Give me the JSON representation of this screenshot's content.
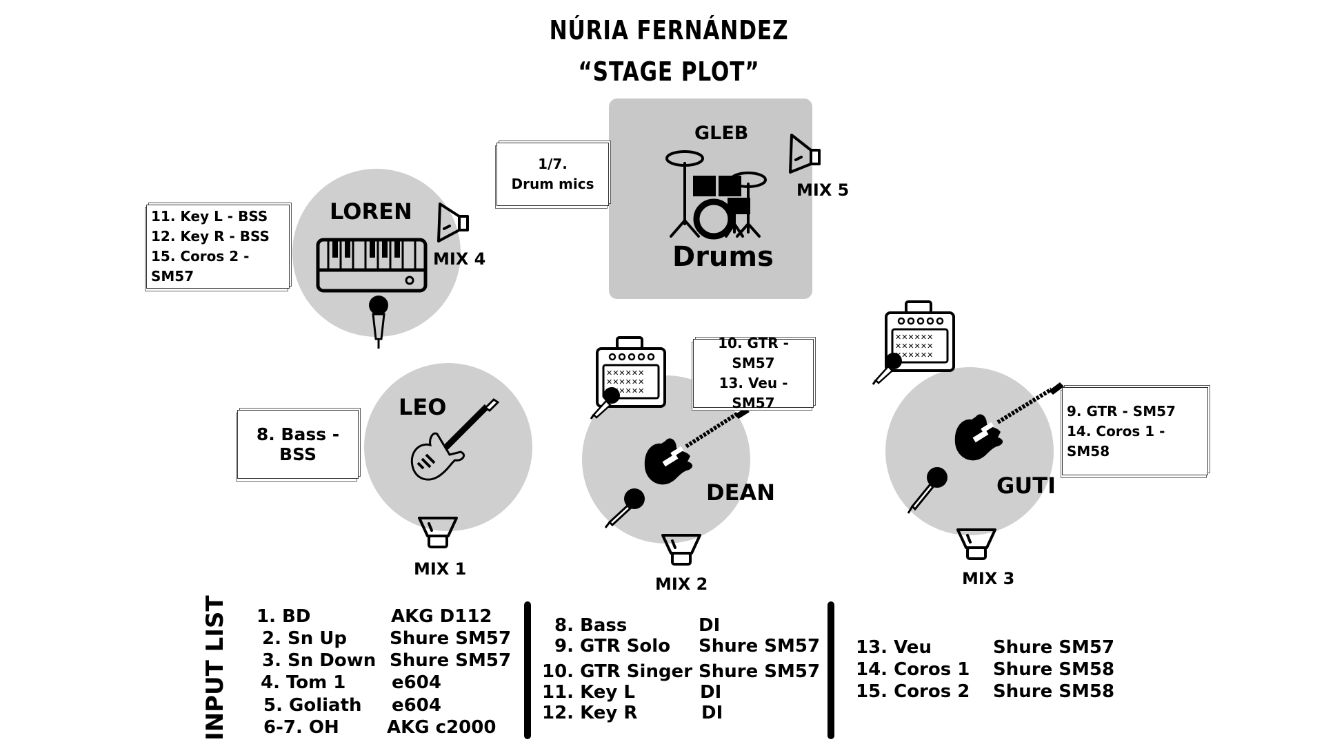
{
  "header": {
    "title_line1": "NÚRIA FERNÁNDEZ",
    "title_line2": "“STAGE PLOT”"
  },
  "stage": {
    "drums": {
      "musician": "GLEB",
      "instrument": "Drums",
      "note_lines": [
        "1/7.",
        "Drum mics"
      ],
      "monitor": "MIX 5",
      "icon": "drum-kit-icon"
    },
    "loren": {
      "musician": "LOREN",
      "note_lines": [
        "11. Key L - BSS",
        "12. Key R - BSS",
        "15. Coros 2 - SM57"
      ],
      "monitor": "MIX 4",
      "icons": [
        "keyboard-icon",
        "microphone-icon",
        "monitor-wedge-icon"
      ]
    },
    "leo": {
      "musician": "LEO",
      "note_lines": [
        "8. Bass - BSS"
      ],
      "monitor": "MIX 1",
      "icons": [
        "bass-guitar-icon",
        "monitor-wedge-icon"
      ]
    },
    "dean": {
      "musician": "DEAN",
      "note_lines": [
        "10. GTR - SM57",
        "13. Veu - SM57"
      ],
      "monitor": "MIX 2",
      "icons": [
        "guitar-amp-icon",
        "electric-guitar-icon",
        "microphone-icon",
        "monitor-wedge-icon"
      ]
    },
    "guti": {
      "musician": "GUTI",
      "note_lines": [
        "9. GTR - SM57",
        "14. Coros 1 - SM58"
      ],
      "monitor": "MIX 3",
      "icons": [
        "guitar-amp-icon",
        "electric-guitar-icon",
        "microphone-icon",
        "monitor-wedge-icon"
      ]
    }
  },
  "input_list": {
    "label": "INPUT LIST",
    "columns": [
      [
        {
          "channel": "1. BD",
          "mic": "AKG D112"
        },
        {
          "channel": "2. Sn Up",
          "mic": "Shure SM57"
        },
        {
          "channel": "3. Sn Down",
          "mic": "Shure SM57"
        },
        {
          "channel": "4. Tom 1",
          "mic": "e604"
        },
        {
          "channel": "5. Goliath",
          "mic": "e604"
        },
        {
          "channel": "6-7. OH",
          "mic": "AKG c2000"
        }
      ],
      [
        {
          "channel": "8. Bass",
          "mic": "DI"
        },
        {
          "channel": "9. GTR Solo",
          "mic": "Shure SM57"
        },
        {
          "channel": "10. GTR Singer",
          "mic": "Shure SM57"
        },
        {
          "channel": "11. Key L",
          "mic": "DI"
        },
        {
          "channel": "12. Key R",
          "mic": "DI"
        }
      ],
      [
        {
          "channel": "13. Veu",
          "mic": "Shure SM57"
        },
        {
          "channel": "14. Coros 1",
          "mic": "Shure SM58"
        },
        {
          "channel": "15. Coros 2",
          "mic": "Shure SM58"
        }
      ]
    ]
  },
  "colors": {
    "circle_fill": "#cfcfcf",
    "drum_box_fill": "#c8c8c8",
    "ink": "#000000",
    "background": "#ffffff"
  }
}
